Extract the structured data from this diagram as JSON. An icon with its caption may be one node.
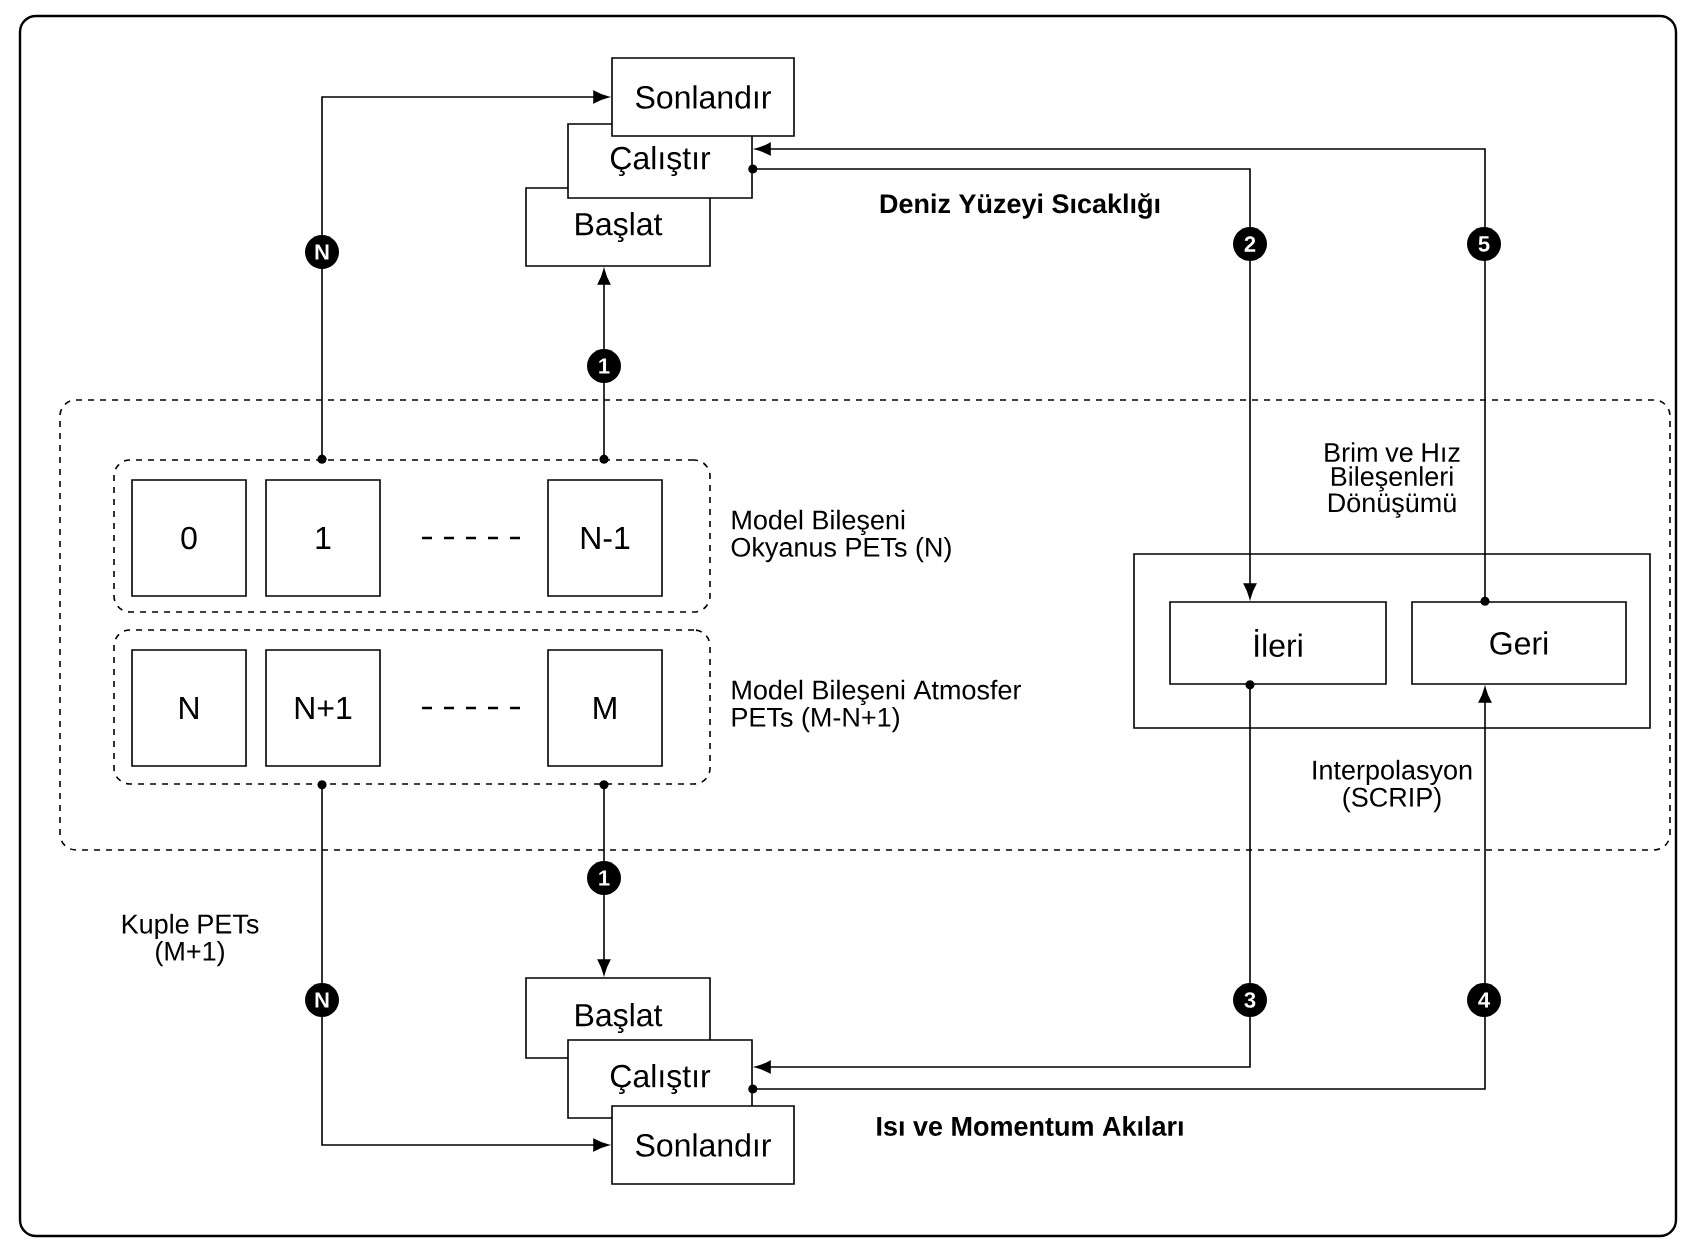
{
  "diagram": {
    "nodes": [
      {
        "text": [
          "Kuple PETs (M+1)"
        ]
      },
      {
        "text": [
          "Model Bileşeni Okyanus PETs (N)"
        ],
        "in": 0
      },
      {
        "text": [
          "0"
        ],
        "in": 1
      },
      {
        "text": [
          "1"
        ],
        "in": 1
      },
      {
        "text": [
          "N-1"
        ],
        "in": 1
      },
      {
        "text": [
          "Model Bileşeni Atmosfer PETs (M-N+1)"
        ],
        "in": 0
      },
      {
        "text": [
          "N"
        ],
        "in": 5
      },
      {
        "text": [
          "N+1"
        ],
        "in": 5
      },
      {
        "text": [
          "M"
        ],
        "in": 5
      },
      {
        "text": [
          "Brim ve Hız Bileşenleri Dönüşümü",
          "Interpolasyon (SCRIP)"
        ],
        "in": 0
      },
      {
        "text": [
          "İleri"
        ],
        "in": 9
      },
      {
        "text": [
          "Geri"
        ],
        "in": 9
      },
      {
        "text": [
          "Sonlandır"
        ]
      },
      {
        "text": [
          "Çalıştır"
        ]
      },
      {
        "text": [
          "Başlat"
        ]
      },
      {
        "text": [
          "Başlat"
        ]
      },
      {
        "text": [
          "Çalıştır"
        ]
      },
      {
        "text": [
          "Sonlandır"
        ]
      }
    ],
    "edges": [
      {
        "from": 1,
        "to": 12,
        "arrow": "to",
        "label": "N"
      },
      {
        "from": 1,
        "to": 14,
        "arrow": "to",
        "label": "1"
      },
      {
        "from": 13,
        "to": 10,
        "arrow": "to",
        "label": "2"
      },
      {
        "from": 11,
        "to": 13,
        "arrow": "to",
        "label": "5"
      },
      {
        "from": 5,
        "to": 17,
        "arrow": "to",
        "label": "N"
      },
      {
        "from": 5,
        "to": 15,
        "arrow": "to",
        "label": "1"
      },
      {
        "from": 10,
        "to": 16,
        "arrow": "to",
        "label": "3"
      },
      {
        "from": 16,
        "to": 11,
        "arrow": "to",
        "label": "4"
      }
    ],
    "labels": [
      "Deniz Yüzeyi Sıcaklığı",
      "Isı ve Momentum Akıları"
    ]
  }
}
